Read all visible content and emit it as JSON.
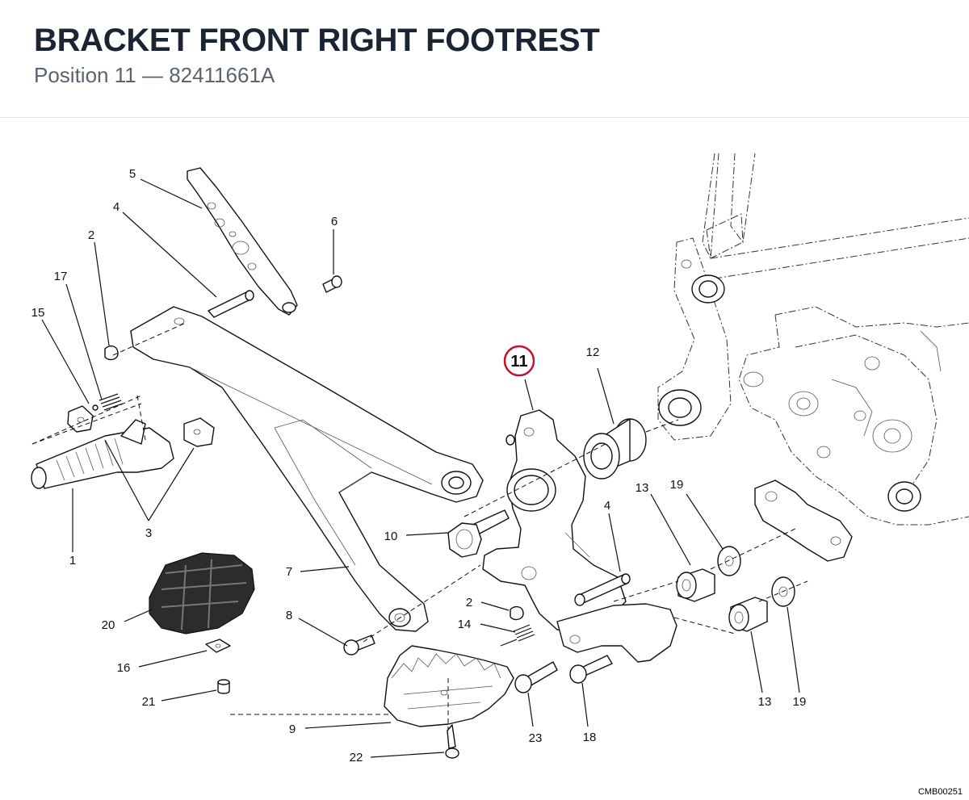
{
  "header": {
    "title": "BRACKET FRONT RIGHT FOOTREST",
    "position_label": "Position 11",
    "separator": "—",
    "part_number": "82411661A"
  },
  "diagram": {
    "code": "CMB00251",
    "highlighted_callout": "11",
    "callouts": [
      {
        "id": "5",
        "text": "5"
      },
      {
        "id": "4a",
        "text": "4"
      },
      {
        "id": "6",
        "text": "6"
      },
      {
        "id": "2a",
        "text": "2"
      },
      {
        "id": "17",
        "text": "17"
      },
      {
        "id": "15",
        "text": "15"
      },
      {
        "id": "3",
        "text": "3"
      },
      {
        "id": "1",
        "text": "1"
      },
      {
        "id": "12",
        "text": "12"
      },
      {
        "id": "10",
        "text": "10"
      },
      {
        "id": "4b",
        "text": "4"
      },
      {
        "id": "13a",
        "text": "13"
      },
      {
        "id": "19a",
        "text": "19"
      },
      {
        "id": "7",
        "text": "7"
      },
      {
        "id": "2b",
        "text": "2"
      },
      {
        "id": "14",
        "text": "14"
      },
      {
        "id": "8",
        "text": "8"
      },
      {
        "id": "20",
        "text": "20"
      },
      {
        "id": "16",
        "text": "16"
      },
      {
        "id": "21",
        "text": "21"
      },
      {
        "id": "9",
        "text": "9"
      },
      {
        "id": "22",
        "text": "22"
      },
      {
        "id": "23",
        "text": "23"
      },
      {
        "id": "18",
        "text": "18"
      },
      {
        "id": "13b",
        "text": "13"
      },
      {
        "id": "19b",
        "text": "19"
      }
    ]
  }
}
